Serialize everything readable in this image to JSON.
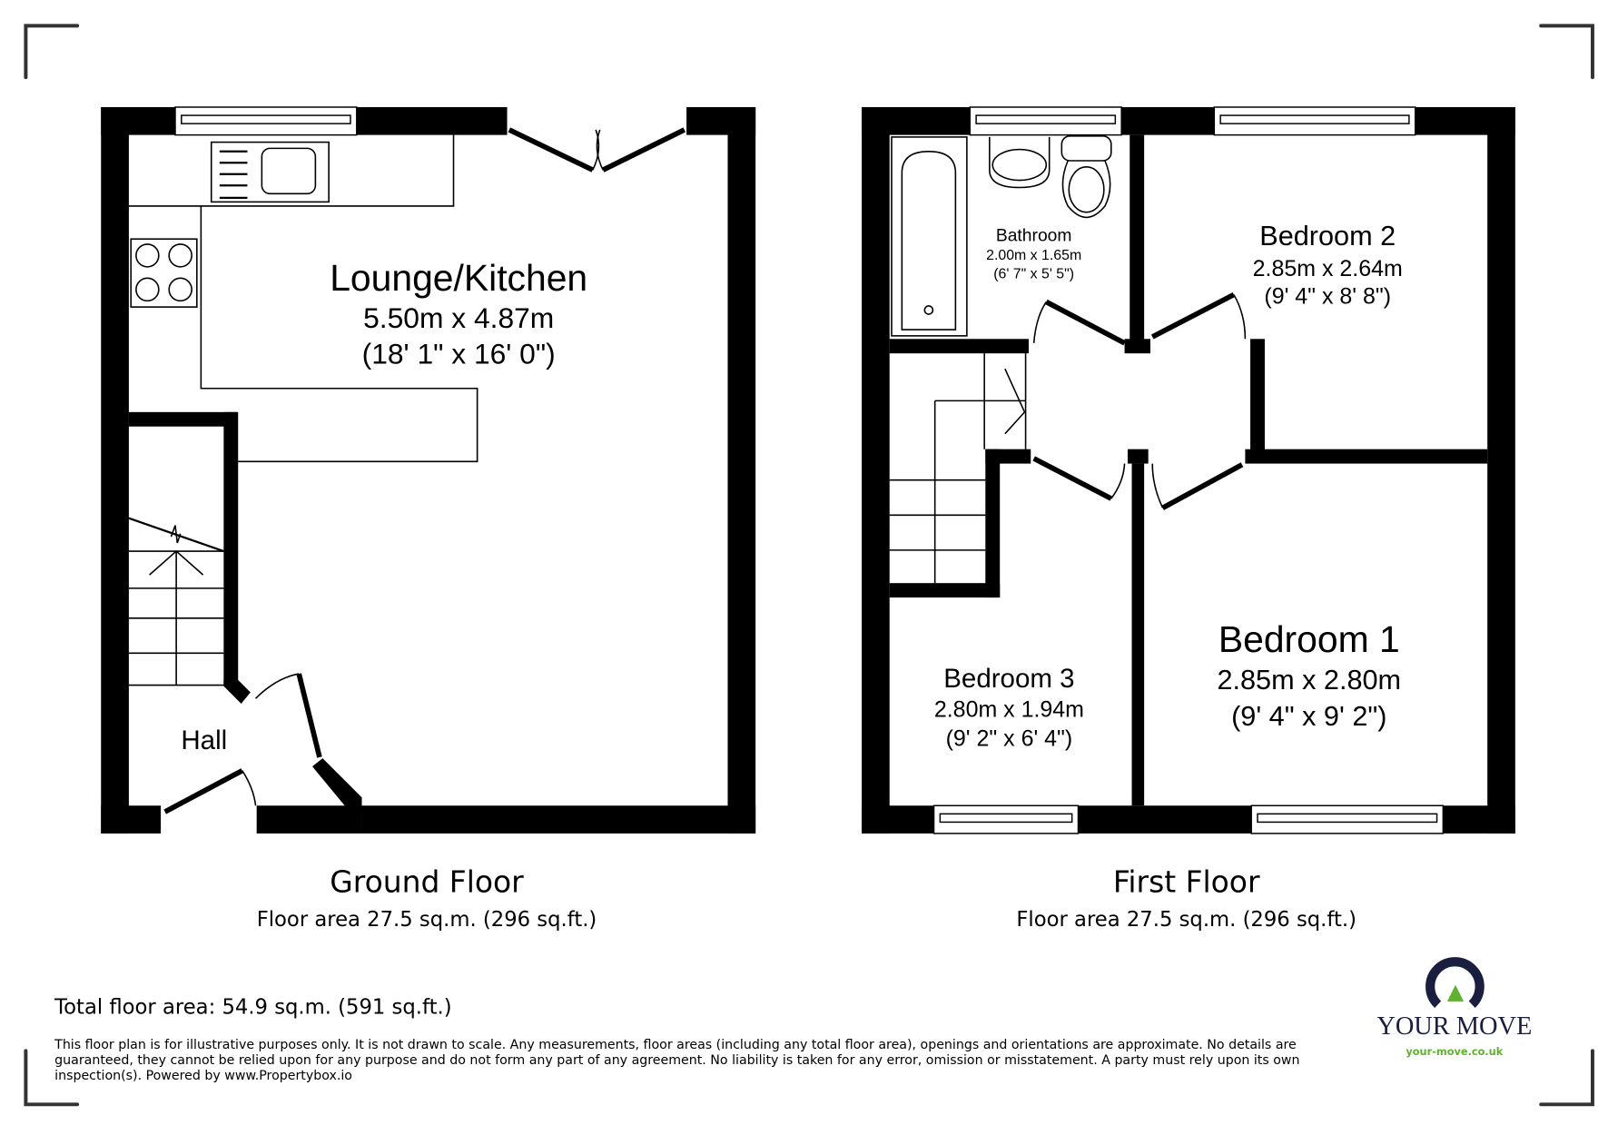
{
  "ground_floor": {
    "title": "Ground Floor",
    "area": "Floor area 27.5 sq.m. (296 sq.ft.)",
    "rooms": [
      {
        "name": "Lounge/Kitchen",
        "dim_metric": "5.50m x 4.87m",
        "dim_imperial": "(18' 1\" x 16' 0\")"
      },
      {
        "name": "Hall"
      }
    ]
  },
  "first_floor": {
    "title": "First Floor",
    "area": "Floor area 27.5 sq.m. (296 sq.ft.)",
    "rooms": [
      {
        "name": "Bathroom",
        "dim_metric": "2.00m x 1.65m",
        "dim_imperial": "(6' 7\" x 5' 5\")"
      },
      {
        "name": "Bedroom 2",
        "dim_metric": "2.85m x 2.64m",
        "dim_imperial": "(9' 4\" x 8' 8\")"
      },
      {
        "name": "Bedroom 1",
        "dim_metric": "2.85m x 2.80m",
        "dim_imperial": "(9' 4\" x 9' 2\")"
      },
      {
        "name": "Bedroom 3",
        "dim_metric": "2.80m x 1.94m",
        "dim_imperial": "(9' 2\" x 6' 4\")"
      }
    ]
  },
  "total_area": "Total floor area: 54.9 sq.m. (591 sq.ft.)",
  "disclaimer": [
    "This floor plan is for illustrative purposes only. It is not drawn to scale. Any measurements, floor areas (including any total floor area), openings and orientations are approximate. No details are",
    "guaranteed, they cannot be relied upon for any purpose and do not form any part of any agreement. No liability is taken for any error, omission or misstatement. A party must rely upon its own",
    "inspection(s). Powered by www.Propertybox.io"
  ],
  "logo": {
    "brand": "YOUR MOVE",
    "url": "your-move.co.uk",
    "colors": {
      "navy": "#1a1f3f",
      "green": "#5fb130"
    }
  }
}
